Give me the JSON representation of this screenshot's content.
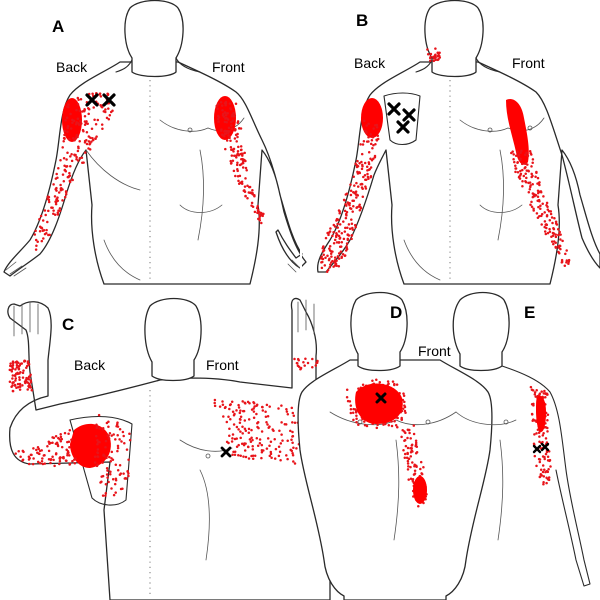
{
  "colors": {
    "referral_dots": "#e8141a",
    "solid_pain": "#ff0000",
    "trigger_point_marker": "#000000",
    "outline": "#2a2a2a",
    "background": "#ffffff"
  },
  "icons": {
    "trigger_point": "cross-mark"
  },
  "panels": [
    {
      "id": "A",
      "letter": "A",
      "labels": [
        "Back",
        "Front"
      ]
    },
    {
      "id": "B",
      "letter": "B",
      "labels": [
        "Back",
        "Front"
      ]
    },
    {
      "id": "C",
      "letter": "C",
      "labels": [
        "Back",
        "Front"
      ]
    },
    {
      "id": "D",
      "letter": "D",
      "labels": [
        "Front"
      ]
    },
    {
      "id": "E",
      "letter": "E",
      "labels": []
    }
  ]
}
